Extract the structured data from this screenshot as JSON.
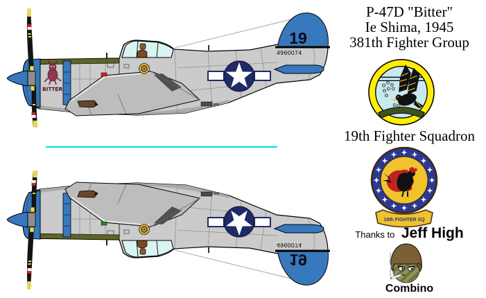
{
  "header": {
    "line1": "P-47D \"Bitter\"",
    "line2": "Ie Shima, 1945",
    "line3": "381th Fighter Group"
  },
  "squadron": {
    "label": "19th Fighter Squadron",
    "patch_banner": "19th FIGHTER SQ"
  },
  "aircraft": {
    "tail_code": "19",
    "serial": "4960074",
    "nose_art_name": "BITTER"
  },
  "credits": {
    "thanks_prefix": "Thanks to",
    "thanks_name": "Jeff High",
    "artist_name": "Combino"
  },
  "colors": {
    "airframe_gray": "#CBCBCB",
    "trim_blue": "#3878BC",
    "antiglare_olive": "#5F6526",
    "insignia_navy": "#1F2A66",
    "canopy_cyan": "#D9F4F2",
    "divider_cyan": "#00DDE6",
    "patch_yellow": "#F0C22C",
    "patch_navy": "#2B3990",
    "emblem_ring_yellow": "#FFEE00",
    "emblem_sky_blue": "#C8E9F0",
    "nav_light_red": "#D42020",
    "nav_light_green": "#1C8C28",
    "prop_tip_yellow": "#E8D84A",
    "nose_art_maroon": "#8E3A50"
  }
}
